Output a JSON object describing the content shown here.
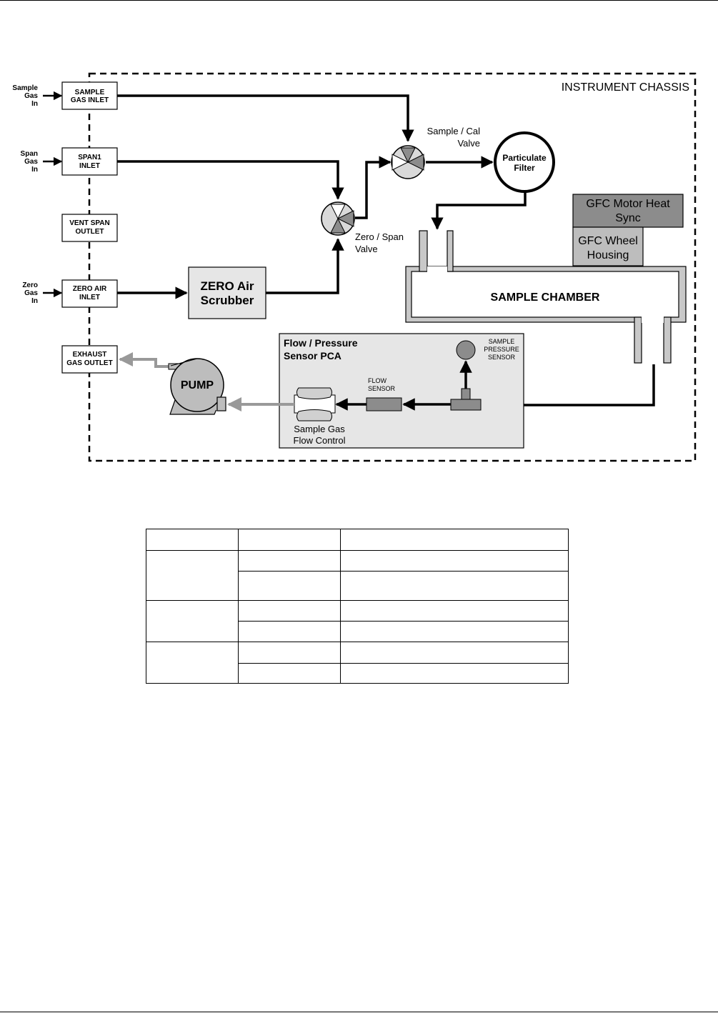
{
  "chassis_label": "INSTRUMENT CHASSIS",
  "external_inputs": {
    "sample": [
      "Sample",
      "Gas",
      "In"
    ],
    "span": [
      "Span",
      "Gas",
      "In"
    ],
    "zero": [
      "Zero",
      "Gas",
      "In"
    ]
  },
  "ports": {
    "sample_inlet": [
      "SAMPLE",
      "GAS INLET"
    ],
    "span_inlet": [
      "SPAN1",
      "INLET"
    ],
    "vent_span": [
      "VENT SPAN",
      "OUTLET"
    ],
    "zero_inlet": [
      "ZERO AIR",
      "INLET"
    ],
    "exhaust": [
      "EXHAUST",
      "GAS OUTLET"
    ]
  },
  "zero_scrubber": [
    "ZERO Air",
    "Scrubber"
  ],
  "valves": {
    "sample_cal": [
      "Sample / Cal",
      "Valve"
    ],
    "zero_span": [
      "Zero / Span",
      "Valve"
    ]
  },
  "particulate_filter": [
    "Particulate",
    "Filter"
  ],
  "gfc_motor": [
    "GFC Motor Heat",
    "Sync"
  ],
  "gfc_wheel": [
    "GFC Wheel",
    "Housing"
  ],
  "sample_chamber": "SAMPLE CHAMBER",
  "pca": {
    "title": [
      "Flow / Pressure",
      "Sensor PCA"
    ],
    "pressure_sensor": [
      "SAMPLE",
      "PRESSURE",
      "SENSOR"
    ],
    "flow_sensor": [
      "FLOW",
      "SENSOR"
    ],
    "flow_control": [
      "Sample Gas",
      "Flow Control"
    ]
  },
  "pump": "PUMP",
  "colors": {
    "line": "#000000",
    "exhaust_flow": "#999999",
    "box_fill": "#e6e6e6",
    "dark_fill": "#8c8c8c",
    "mid_fill": "#bdbdbd"
  },
  "table": {
    "rows": [
      [
        "",
        "",
        ""
      ],
      [
        "",
        "",
        ""
      ],
      [
        "",
        ""
      ],
      [
        "",
        "",
        ""
      ],
      [
        "",
        ""
      ],
      [
        "",
        "",
        ""
      ],
      [
        "",
        ""
      ]
    ]
  }
}
